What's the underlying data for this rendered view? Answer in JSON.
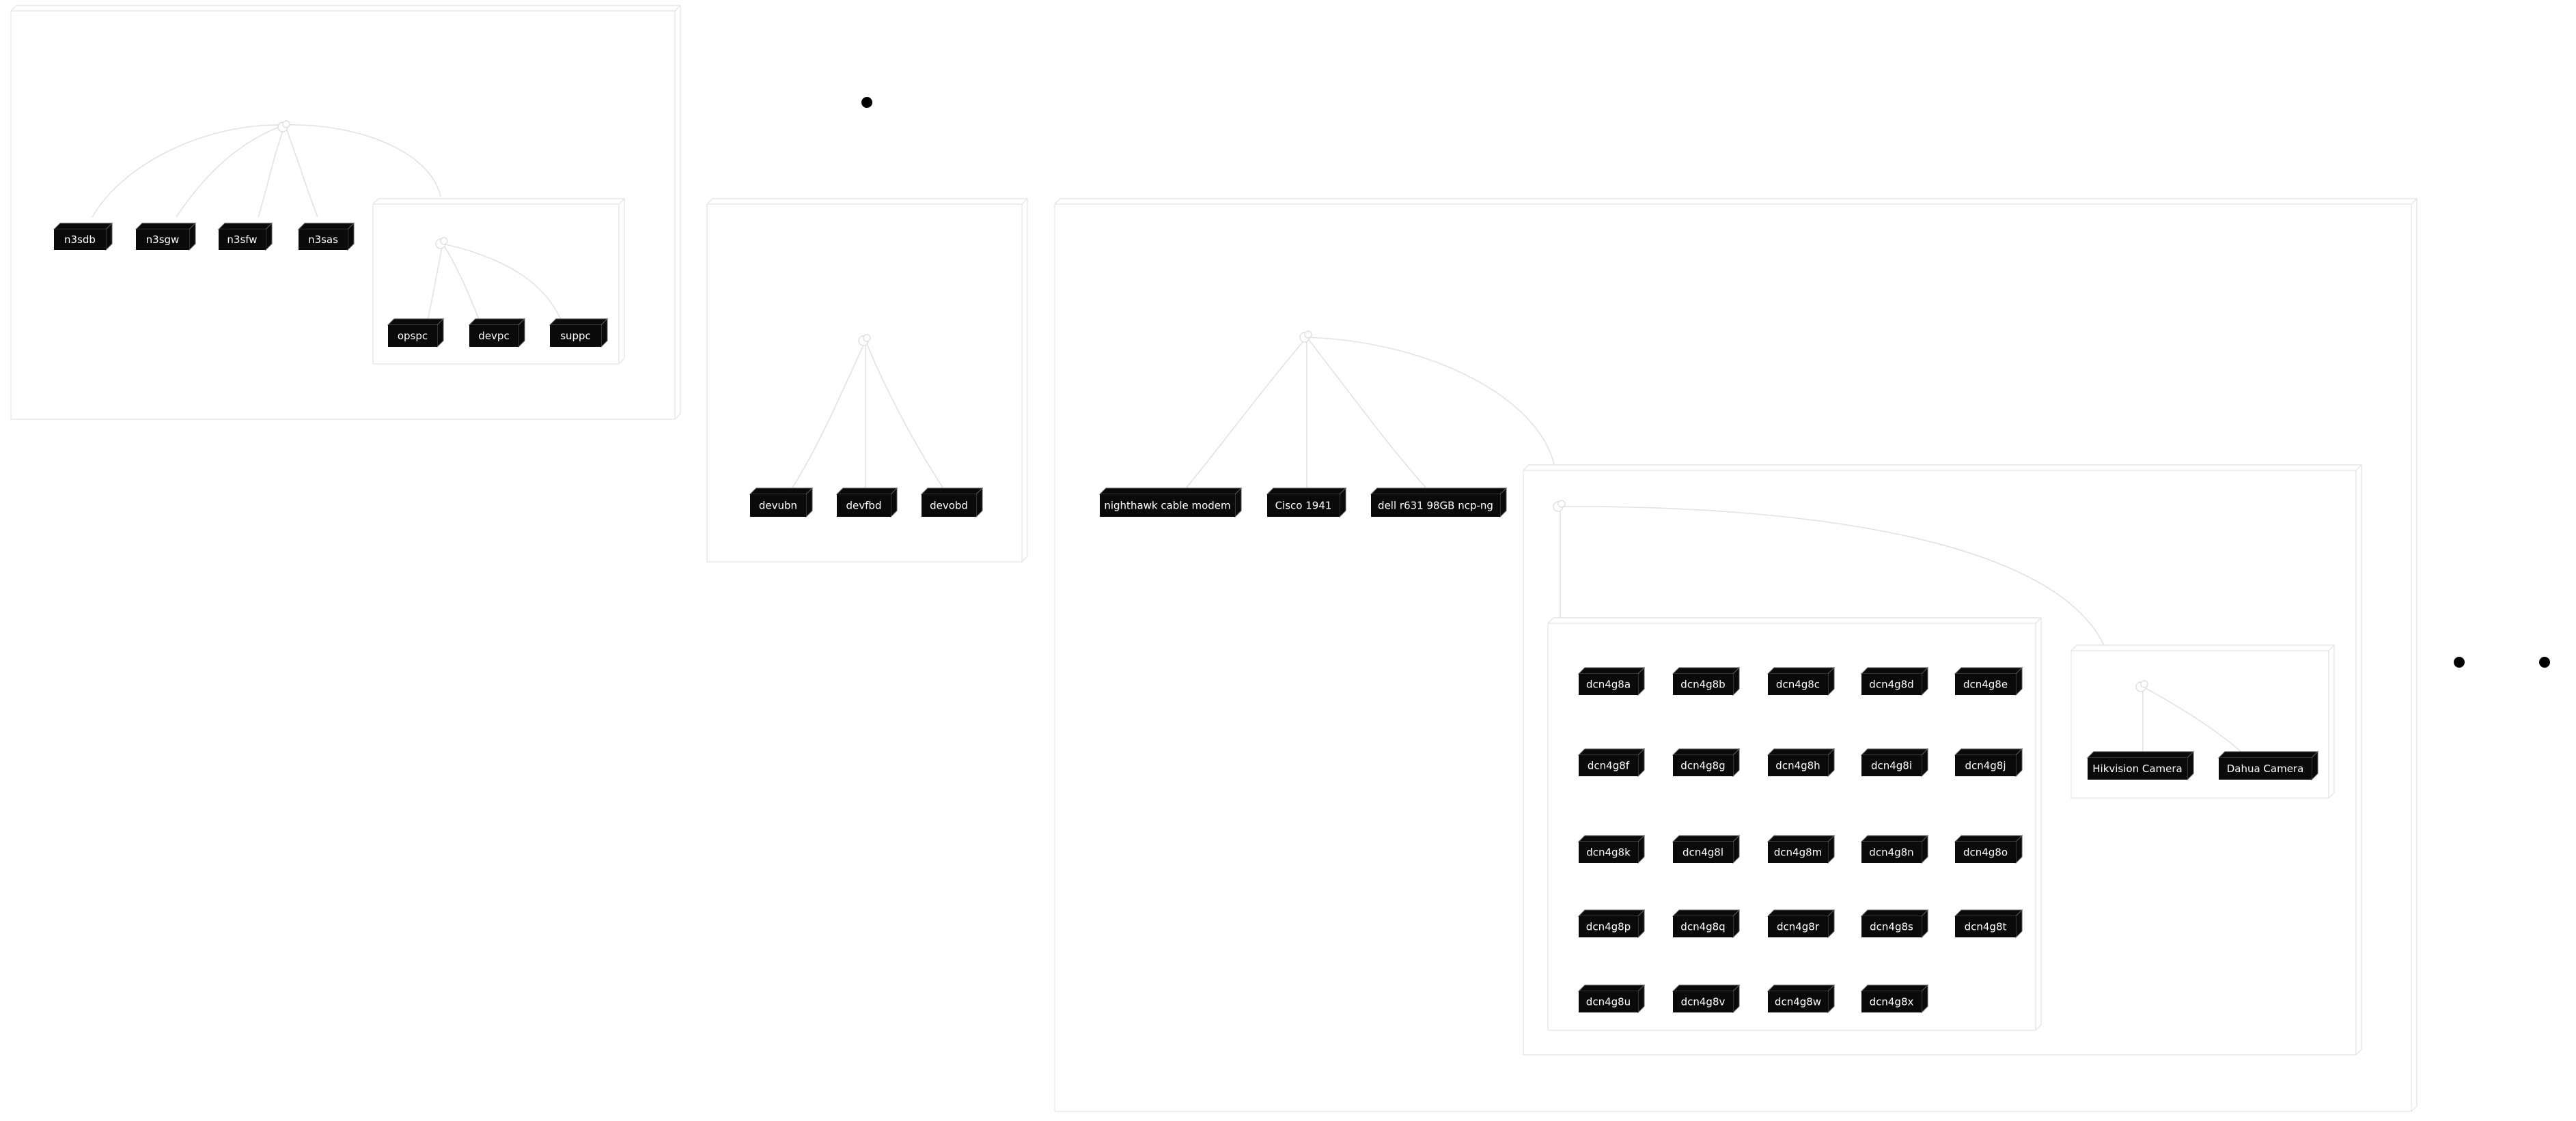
{
  "groups": {
    "n3": {
      "nodes": [
        "n3sdb",
        "n3sgw",
        "n3sfw",
        "n3sas"
      ],
      "sub": {
        "nodes": [
          "opspc",
          "devpc",
          "suppc"
        ]
      }
    },
    "dev": {
      "nodes": [
        "devubn",
        "devfbd",
        "devobd"
      ]
    },
    "net": {
      "nodes": [
        "nighthawk cable modem",
        "Cisco 1941",
        "dell r631 98GB ncp-ng"
      ],
      "dcn": {
        "nodes": [
          "dcn4g8a",
          "dcn4g8b",
          "dcn4g8c",
          "dcn4g8d",
          "dcn4g8e",
          "dcn4g8f",
          "dcn4g8g",
          "dcn4g8h",
          "dcn4g8i",
          "dcn4g8j",
          "dcn4g8k",
          "dcn4g8l",
          "dcn4g8m",
          "dcn4g8n",
          "dcn4g8o",
          "dcn4g8p",
          "dcn4g8q",
          "dcn4g8r",
          "dcn4g8s",
          "dcn4g8t",
          "dcn4g8u",
          "dcn4g8v",
          "dcn4g8w",
          "dcn4g8x"
        ]
      },
      "cameras": {
        "nodes": [
          "Hikvision Camera",
          "Dahua Camera"
        ]
      }
    }
  },
  "colors": {
    "node_fill": "#0a0a0a",
    "node_text": "#ffffff",
    "frame_stroke": "#e6e6e6",
    "edge_stroke": "#e2e2e2",
    "dot_fill": "#000000"
  }
}
